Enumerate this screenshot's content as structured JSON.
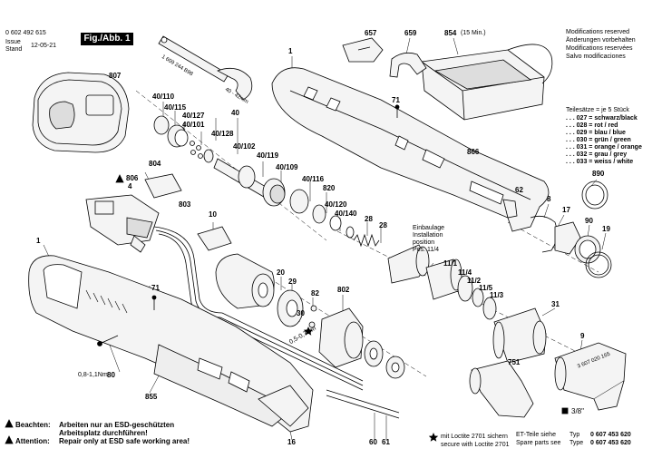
{
  "header": {
    "part_number": "0 602 492 615",
    "issue_label": "Issue",
    "stand_label": "Stand",
    "date": "12-05-21",
    "figure_label": "Fig./Abb. 1"
  },
  "notices": {
    "modifications": [
      "Modifications reserved",
      "Änderungen vorbehalten",
      "Modifications reservées",
      "Salvo modificaciones"
    ],
    "sets_title": "Teilesätze = je 5 Stück",
    "color_codes": [
      ". . . 027 = schwarz/black",
      ". . . 028 = rot / red",
      ". . . 029 = blau / blue",
      ". . . 030 = grün / green",
      ". . . 031 = orange / orange",
      ". . . 032 = grau / grey",
      ". . . 033 = weiss / white"
    ]
  },
  "labels": {
    "wrench_text": "1 609 244 B98",
    "wrench_range": "40 - 42mm",
    "charger_note": "(15 Min.)",
    "installation": [
      "Einbaulage",
      "Installation",
      "position",
      "Pos. 11/4"
    ],
    "torque_a": "0,8-1,1Nm",
    "torque_b": "0,5-0,7Nm",
    "drive_size": "3/8\"",
    "part_stamp": "3 607 020 165"
  },
  "callouts": {
    "c657": "657",
    "c659": "659",
    "c854": "854",
    "c1a": "1",
    "c71a": "71",
    "c866": "866",
    "c807": "807",
    "c40_110": "40/110",
    "c40_115": "40/115",
    "c40_127": "40/127",
    "c40_101": "40/101",
    "c40_128": "40/128",
    "c40": "40",
    "c40_102": "40/102",
    "c40_119": "40/119",
    "c40_109": "40/109",
    "c40_116": "40/116",
    "c820": "820",
    "c40_120": "40/120",
    "c40_140": "40/140",
    "c806": "806",
    "c4": "4",
    "c804": "804",
    "c803": "803",
    "c10": "10",
    "c28a": "28",
    "c28b": "28",
    "c62": "62",
    "c8": "8",
    "c17": "17",
    "c890": "890",
    "c90": "90",
    "c19": "19",
    "c1b": "1",
    "c20": "20",
    "c29": "29",
    "c82": "82",
    "c30": "30",
    "c802": "802",
    "c11_1": "11/1",
    "c11_4": "11/4",
    "c11_2": "11/2",
    "c11_5": "11/5",
    "c11_3": "11/3",
    "c31": "31",
    "c9": "9",
    "c751": "751",
    "c71b": "71",
    "c80": "80",
    "c855": "855",
    "c16": "16",
    "c60": "60",
    "c61": "61"
  },
  "footer": {
    "warning_de_title": "Beachten:",
    "warning_de_line1": "Arbeiten nur an ESD-geschützten",
    "warning_de_line2": "Arbeitsplatz durchführen!",
    "warning_en_title": "Attention:",
    "warning_en_text": "Repair only at ESD safe working area!",
    "loctite_de": "mit Loctite 2701 sichern",
    "loctite_en": "secure with Loctite 2701",
    "et_label": "ET-Teile siehe",
    "spare_label": "Spare parts see",
    "type_label": "Typ",
    "type_label_en": "Type",
    "type_number": "0 607 453 620",
    "type_number_en": "0 607 453 620"
  },
  "colors": {
    "ink": "#000000",
    "paper": "#ffffff",
    "part_fill": "#f4f4f4",
    "shadow": "#9a9a9a"
  }
}
